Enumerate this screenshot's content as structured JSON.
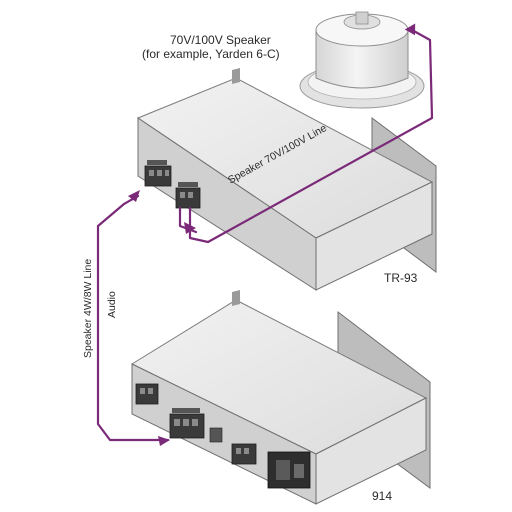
{
  "speaker": {
    "title": "70V/100V Speaker",
    "example": "(for example, Yarden 6-C)"
  },
  "devices": {
    "top_name": "TR-93",
    "bottom_name": "914"
  },
  "cables": {
    "speaker_line": "Speaker 70V/100V Line",
    "low_impedance_line": "Speaker 4W/8W Line",
    "audio": "Audio"
  },
  "colors": {
    "wire": "#7a2a78",
    "device_top": "#e8e8e8",
    "device_front": "#cfcfcf",
    "device_side": "#d9d9d9",
    "terminal": "#3a3a3a"
  }
}
